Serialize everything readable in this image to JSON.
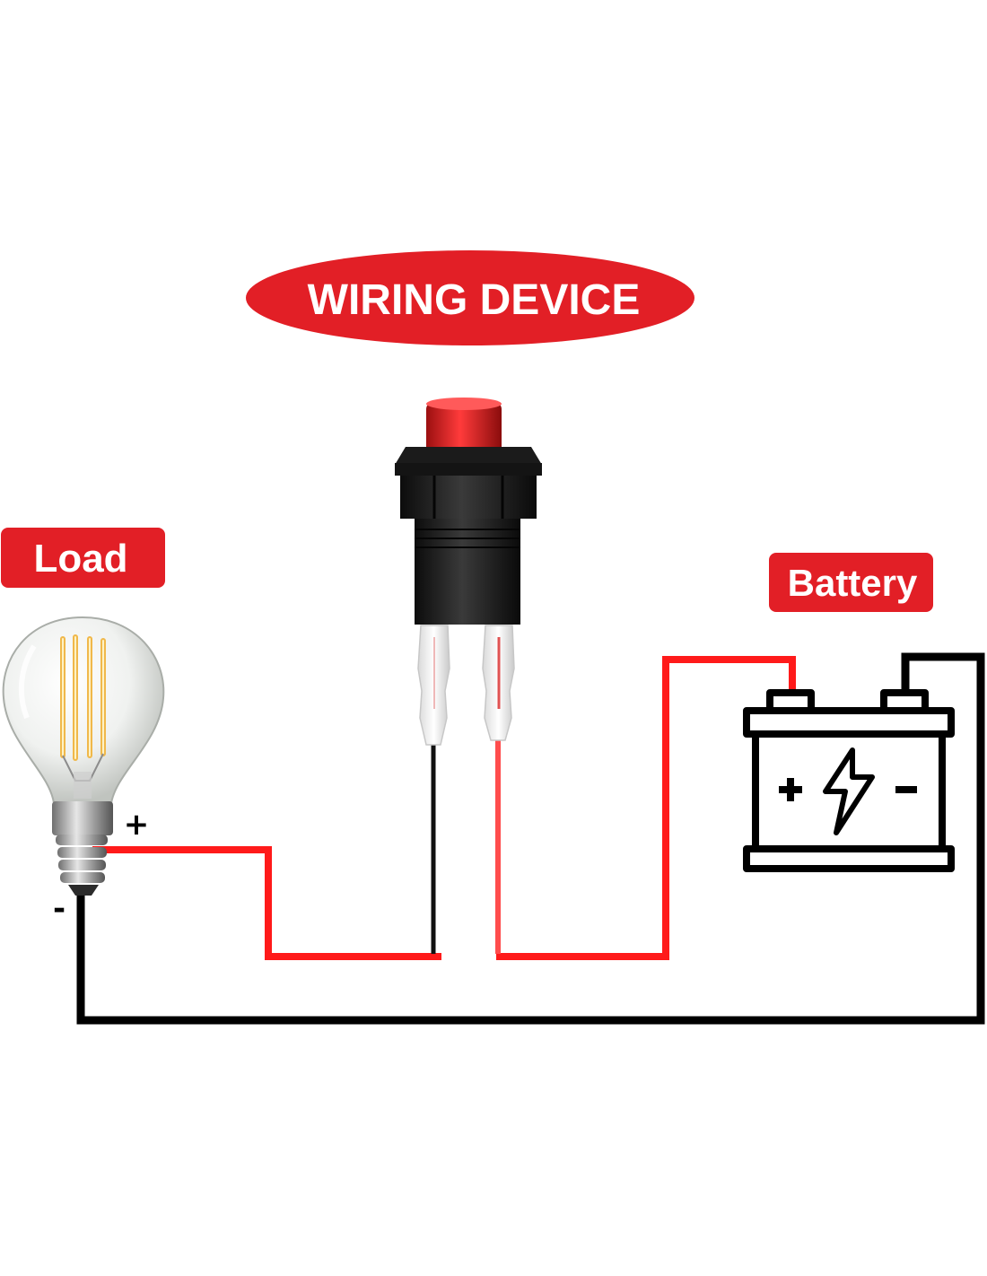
{
  "title": "WIRING DEVICE",
  "labels": {
    "load": "Load",
    "battery": "Battery"
  },
  "bulb_polarity": {
    "positive": "+",
    "negative": "-"
  },
  "colors": {
    "accent_red": "#e21f26",
    "wire_red": "#ff1a1a",
    "wire_black": "#000000",
    "background": "#ffffff"
  },
  "icons": {
    "load": "light-bulb-icon",
    "switch": "push-button-switch-icon",
    "battery": "battery-icon",
    "battery_bolt": "lightning-bolt-icon"
  }
}
